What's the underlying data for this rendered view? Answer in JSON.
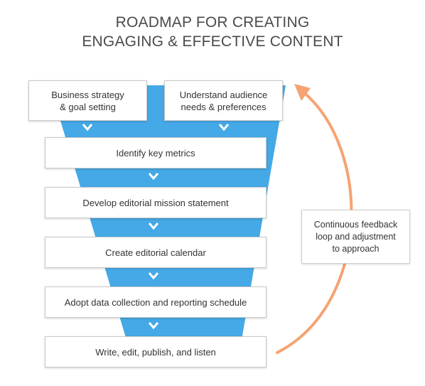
{
  "title": {
    "line1": "ROADMAP FOR CREATING",
    "line2": "ENGAGING & EFFECTIVE CONTENT"
  },
  "colors": {
    "funnel": "#44a9e6",
    "arrow": "#f5a373",
    "title": "#4a4a4a"
  },
  "top_boxes": {
    "left": "Business strategy\n& goal setting",
    "right": "Understand audience\nneeds & preferences"
  },
  "steps": [
    "Identify key metrics",
    "Develop editorial mission statement",
    "Create editorial calendar",
    "Adopt data collection and reporting schedule",
    "Write, edit, publish, and listen"
  ],
  "feedback": "Continuous feedback\nloop and adjustment\nto approach"
}
